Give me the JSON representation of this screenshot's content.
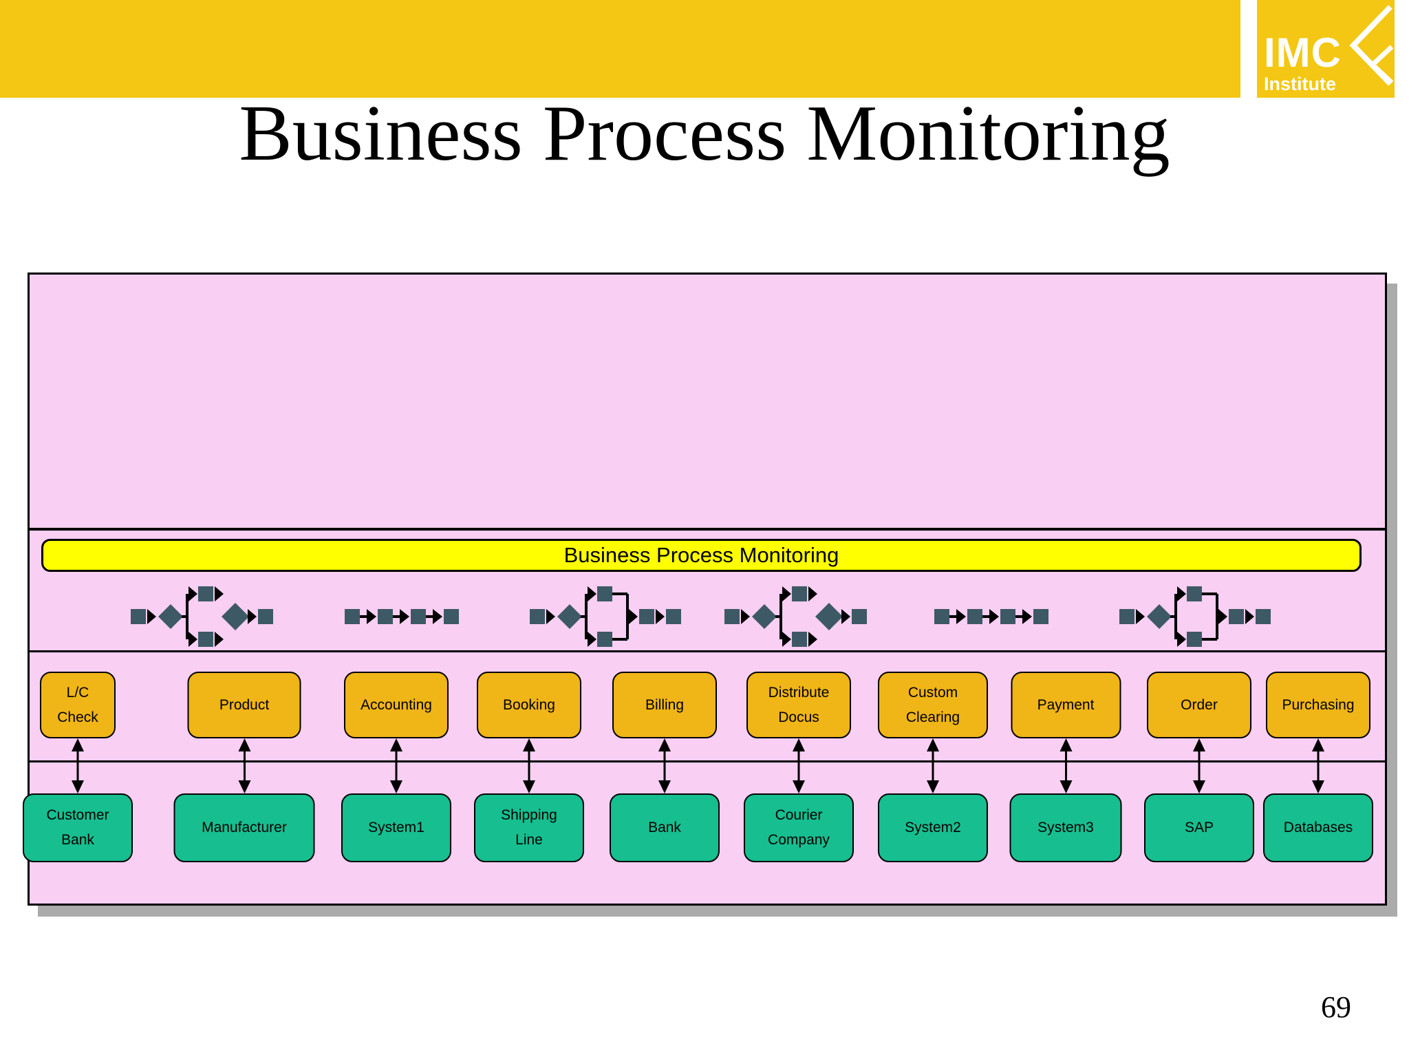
{
  "header": {
    "logo": {
      "line1": "IMC",
      "line2": "Institute"
    }
  },
  "title": "Business Process Monitoring",
  "page_number": "69",
  "diagram": {
    "banner_label": "Business Process Monitoring",
    "flow_icons": [
      {
        "type": "split-merge",
        "name": "workflow-split-merge-icon"
      },
      {
        "type": "sequence",
        "name": "workflow-sequence-icon"
      },
      {
        "type": "split-bracket",
        "name": "workflow-split-bracket-icon"
      },
      {
        "type": "split-merge",
        "name": "workflow-split-merge-icon"
      },
      {
        "type": "sequence",
        "name": "workflow-sequence-icon"
      },
      {
        "type": "split-bracket",
        "name": "workflow-split-bracket-icon"
      }
    ],
    "columns": [
      {
        "process": "L/C\nCheck",
        "entity": "Customer\nBank"
      },
      {
        "process": "Product",
        "entity": "Manufacturer"
      },
      {
        "process": "Accounting",
        "entity": "System1"
      },
      {
        "process": "Booking",
        "entity": "Shipping\nLine"
      },
      {
        "process": "Billing",
        "entity": "Bank"
      },
      {
        "process": "Distribute\nDocus",
        "entity": "Courier\nCompany"
      },
      {
        "process": "Custom\nClearing",
        "entity": "System2"
      },
      {
        "process": "Payment",
        "entity": "System3"
      },
      {
        "process": "Order",
        "entity": "SAP"
      },
      {
        "process": "Purchasing",
        "entity": "Databases"
      }
    ],
    "colors": {
      "header_banner": "#F3C713",
      "monitor_banner": "#FFFF00",
      "panel_background": "#F9CFF3",
      "process_box": "#F0B517",
      "entity_box": "#17BE8F",
      "workflow_shapes": "#3E5966",
      "panel_shadow": "#ABABAB",
      "text": "#000000"
    }
  }
}
